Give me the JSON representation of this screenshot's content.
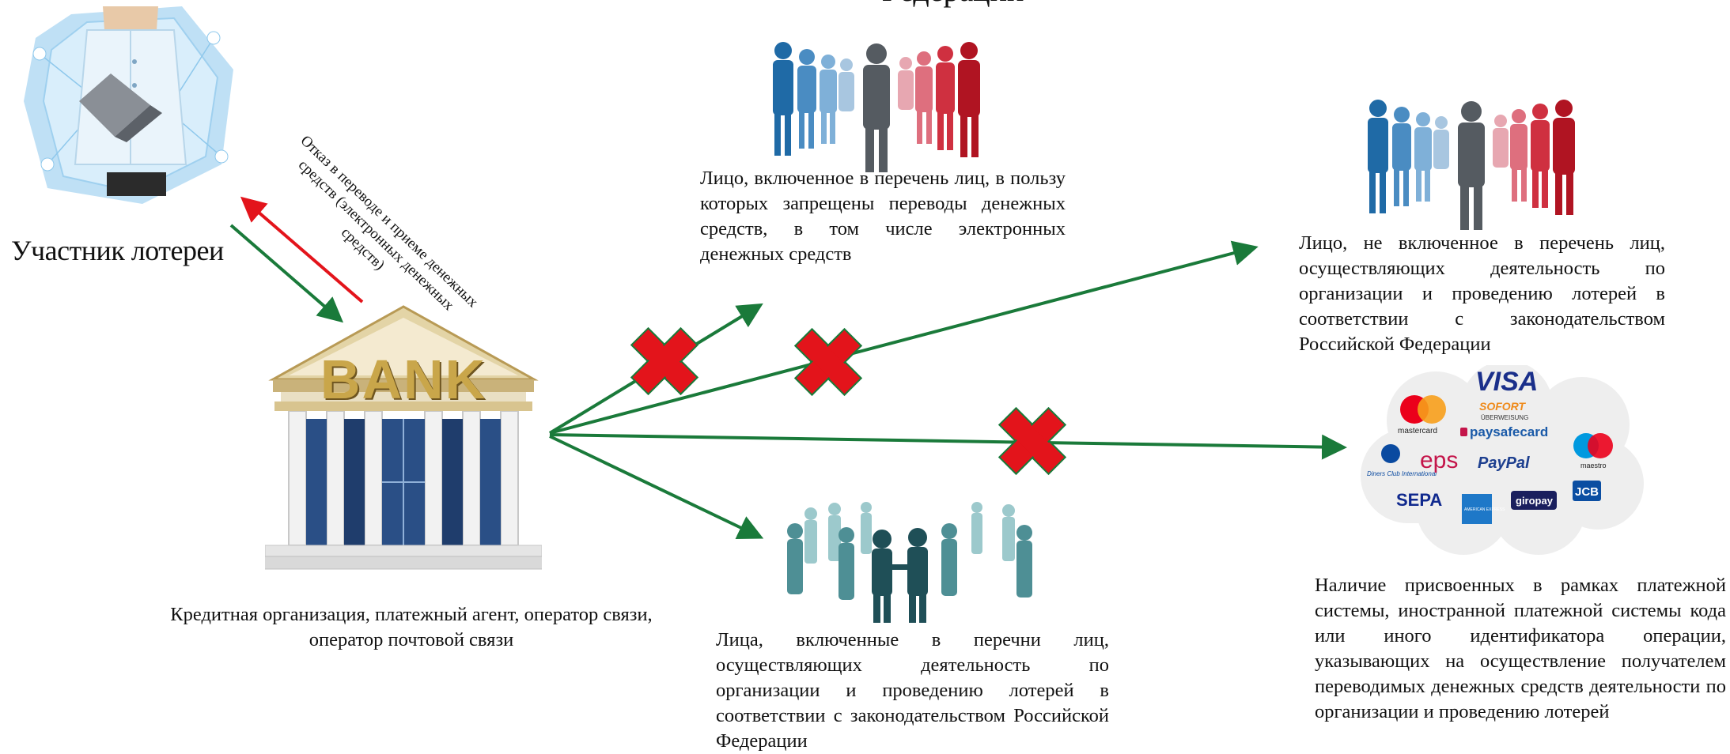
{
  "diagram": {
    "title_fragment": "Федерации",
    "participant_label": "Участник лотереи",
    "refusal_label": "Отказ в переводе и приеме денежных средств (электронных денежных средств)",
    "bank_sign": "BANK",
    "bank_caption": "Кредитная организация, платежный агент, оператор связи, оператор почтовой связи",
    "recipient_banned": "Лицо, включенное в перечень лиц, в пользу которых запрещены переводы денежных средств, в том числе электронных денежных средств",
    "recipient_not_listed": "Лицо, не включенное в перечень лиц, осуществляющих деятельность по организации и проведению лотерей в соответствии с законодательством Российской Федерации",
    "recipient_listed": "Лица, включенные в перечни лиц, осуществляющих деятельность по организации и проведению лотерей в соответствии с законодательством Российской Федерации",
    "payment_code_note": "Наличие присвоенных в рамках платежной системы, иностранной платежной системы кода или иного идентификатора операции, указывающих на осуществление получателем переводимых денежных средств деятельности по организации и проведению лотерей",
    "payment_logos": [
      "VISA",
      "SOFORT",
      "ÜBERWEISUNG",
      "mastercard",
      "paysafecard",
      "Diners Club International",
      "eps",
      "PayPal",
      "maestro",
      "SEPA",
      "AMERICAN EXPRESS",
      "giropay",
      "JCB"
    ],
    "colors": {
      "flow_arrow": "#1a7a3a",
      "refusal_arrow": "#e3141b",
      "blocked_cross": "#e3141b"
    }
  }
}
